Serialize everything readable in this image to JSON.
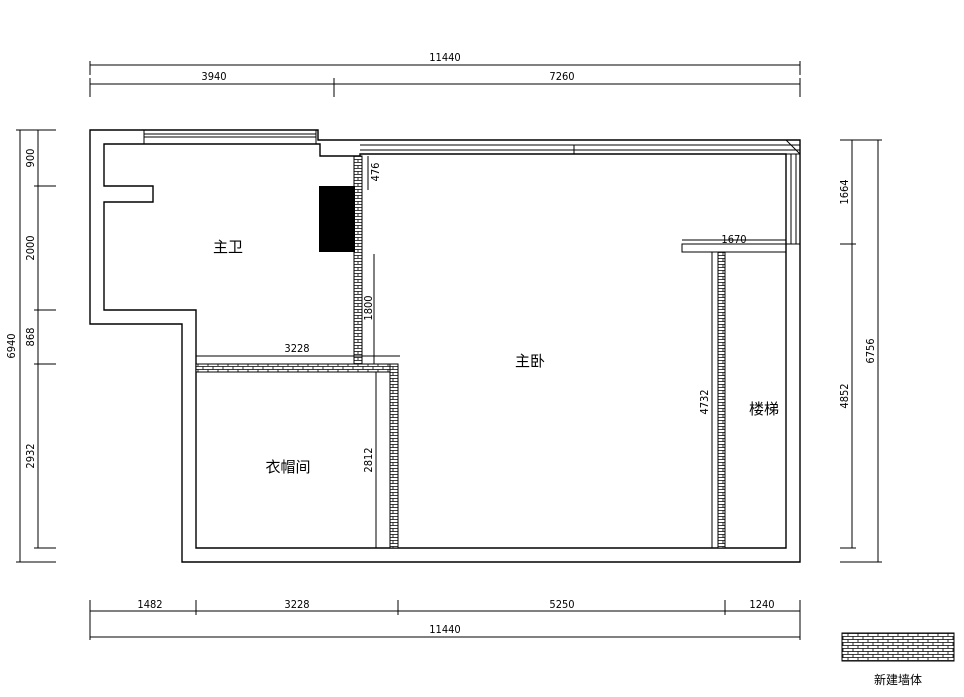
{
  "dimensions": {
    "top_total": "11440",
    "top_left": "3940",
    "top_right": "7260",
    "bottom_total": "11440",
    "bottom_1": "1482",
    "bottom_2": "3228",
    "bottom_3": "5250",
    "bottom_4": "1240",
    "left_total": "6940",
    "left_1": "900",
    "left_2": "2000",
    "left_3": "868",
    "left_4": "2932",
    "right_total": "6756",
    "right_1": "1664",
    "right_2": "4852",
    "inner_476": "476",
    "inner_1800": "1800",
    "inner_3228": "3228",
    "inner_2812": "2812",
    "inner_4732": "4732",
    "inner_1670": "1670"
  },
  "rooms": {
    "master_bath": "主卫",
    "master_bedroom": "主卧",
    "cloakroom": "衣帽间",
    "stairs": "楼梯"
  },
  "legend": {
    "new_wall_label": "新建墙体"
  }
}
